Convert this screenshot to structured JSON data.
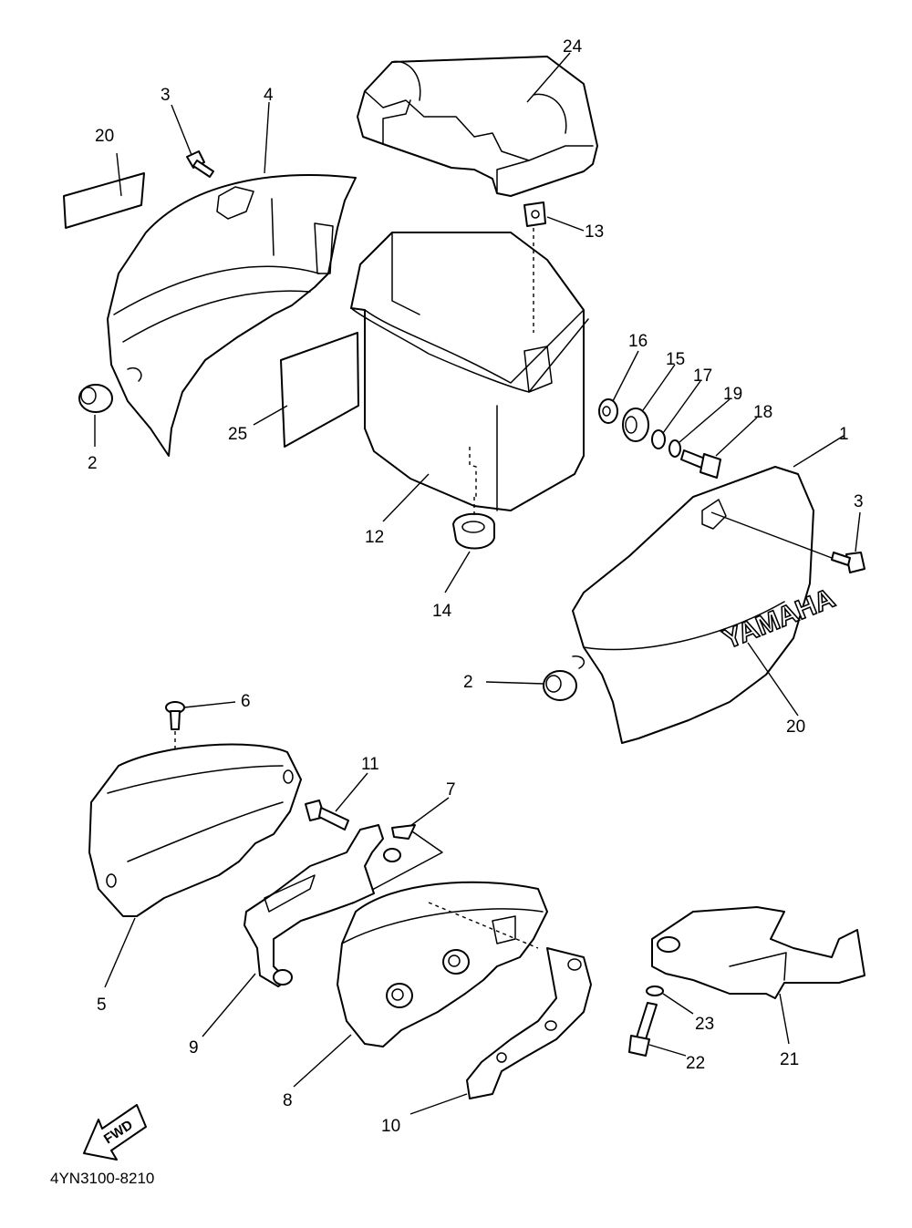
{
  "diagram": {
    "drawing_code": "4YN3100-8210",
    "fwd_label": "FWD",
    "brand_label": "YAMAHA",
    "callouts": {
      "p1": "1",
      "p2a": "2",
      "p2b": "2",
      "p3a": "3",
      "p3b": "3",
      "p4": "4",
      "p5": "5",
      "p6": "6",
      "p7": "7",
      "p8": "8",
      "p9": "9",
      "p10": "10",
      "p11": "11",
      "p12": "12",
      "p13": "13",
      "p14": "14",
      "p15": "15",
      "p16": "16",
      "p17": "17",
      "p18": "18",
      "p19": "19",
      "p20a": "20",
      "p20b": "20",
      "p21": "21",
      "p22": "22",
      "p23": "23",
      "p24": "24",
      "p25": "25"
    }
  }
}
